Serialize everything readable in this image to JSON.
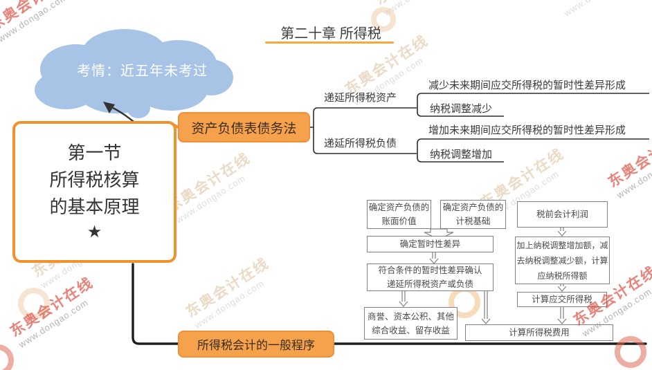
{
  "page": {
    "title": "第二十章 所得税"
  },
  "cloud": {
    "text": "考情：近五年未考过"
  },
  "main_node": {
    "lines": [
      "第一节",
      "所得税核算",
      "的基本原理"
    ],
    "star": "★"
  },
  "branch1": {
    "label": "资产负债表债务法",
    "children": [
      {
        "label": "递延所得税资产",
        "items": [
          "减少未来期间应交所得税的暂时性差异形成",
          "纳税调整减少"
        ]
      },
      {
        "label": "递延所得税负债",
        "items": [
          "增加未来期间应交所得税的暂时性差异形成",
          "纳税调整增加"
        ]
      }
    ]
  },
  "branch2": {
    "label": "所得税会计的一般程序",
    "flowchart": {
      "book_value": [
        "确定资产负债的",
        "账面价值"
      ],
      "tax_basis": [
        "确定资产负债的",
        "计税基础"
      ],
      "temp_diff": [
        "确定暂时性差异"
      ],
      "recognize": [
        "符合条件的暂时性差异确认",
        "递延所得税资产或负债"
      ],
      "goodwill": [
        "商誉、资本公积、其他",
        "综合收益、留存收益"
      ],
      "pretax_profit": [
        "税前会计利润"
      ],
      "taxable_income": [
        "加上纳税调整增加额，减",
        "去纳税调整减少额，计算",
        "应纳税所得额"
      ],
      "payable_tax": [
        "计算应交所得税"
      ],
      "tax_expense": [
        "计算所得税费用"
      ]
    }
  },
  "watermark": {
    "brand": "东奥会计在线",
    "url": "www.dongao.com"
  },
  "colors": {
    "accent_orange": "#f0922e",
    "branch_box_fill": "#f6a24c",
    "cloud_blue": "#a7c3e6",
    "flow_border": "#808080",
    "watermark_red": "#dd4f43",
    "line_black": "#1e1e1e"
  }
}
